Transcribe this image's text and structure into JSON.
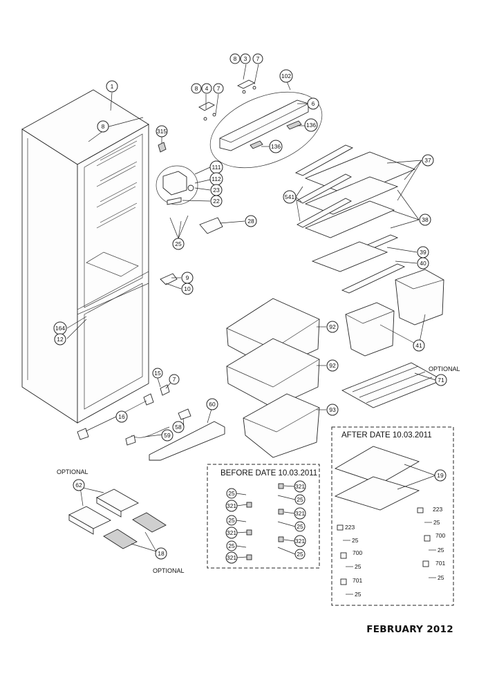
{
  "callouts": {
    "c1": "1",
    "c8a": "8",
    "c8b": "8",
    "c4": "4",
    "c7a": "7",
    "c8c": "8",
    "c3": "3",
    "c7b": "7",
    "c102": "102",
    "c6": "6",
    "c136a": "136",
    "c136b": "136",
    "c315": "315",
    "c111": "111",
    "c112": "112",
    "c23": "23",
    "c22": "22",
    "c28": "28",
    "c25a": "25",
    "c37": "37",
    "c541": "541",
    "c38": "38",
    "c39": "39",
    "c40": "40",
    "c9": "9",
    "c10": "10",
    "c164": "164",
    "c12": "12",
    "c92a": "92",
    "c92b": "92",
    "c93": "93",
    "c41": "41",
    "c71": "71",
    "c15": "15",
    "c7c": "7",
    "c16": "16",
    "c60": "60",
    "c58": "58",
    "c59": "59",
    "c62": "62",
    "c18": "18",
    "c19": "19",
    "bb25a": "25",
    "bb321a": "321",
    "bb25b": "25",
    "bb321b": "321",
    "bb25c": "25",
    "bb321c": "321",
    "bb321d": "321",
    "bb25d": "25",
    "bb321e": "321",
    "bb25e": "25",
    "bb321f": "321",
    "bb25f": "25"
  },
  "labels": {
    "optional_top": "OPTIONAL",
    "optional_left": "OPTIONAL",
    "optional_bottom": "OPTIONAL",
    "before_box_title": "BEFORE DATE 10.03.2011",
    "after_box_title": "AFTER DATE 10.03.2011",
    "a223a": "223",
    "a25a": "25",
    "a700a": "700",
    "a25b": "25",
    "a701a": "701",
    "a25c": "25",
    "a223b": "223",
    "a25d": "25",
    "a700b": "700",
    "a25e": "25",
    "a701b": "701",
    "a25f": "25"
  },
  "footer": {
    "date": "FEBRUARY 2012"
  }
}
